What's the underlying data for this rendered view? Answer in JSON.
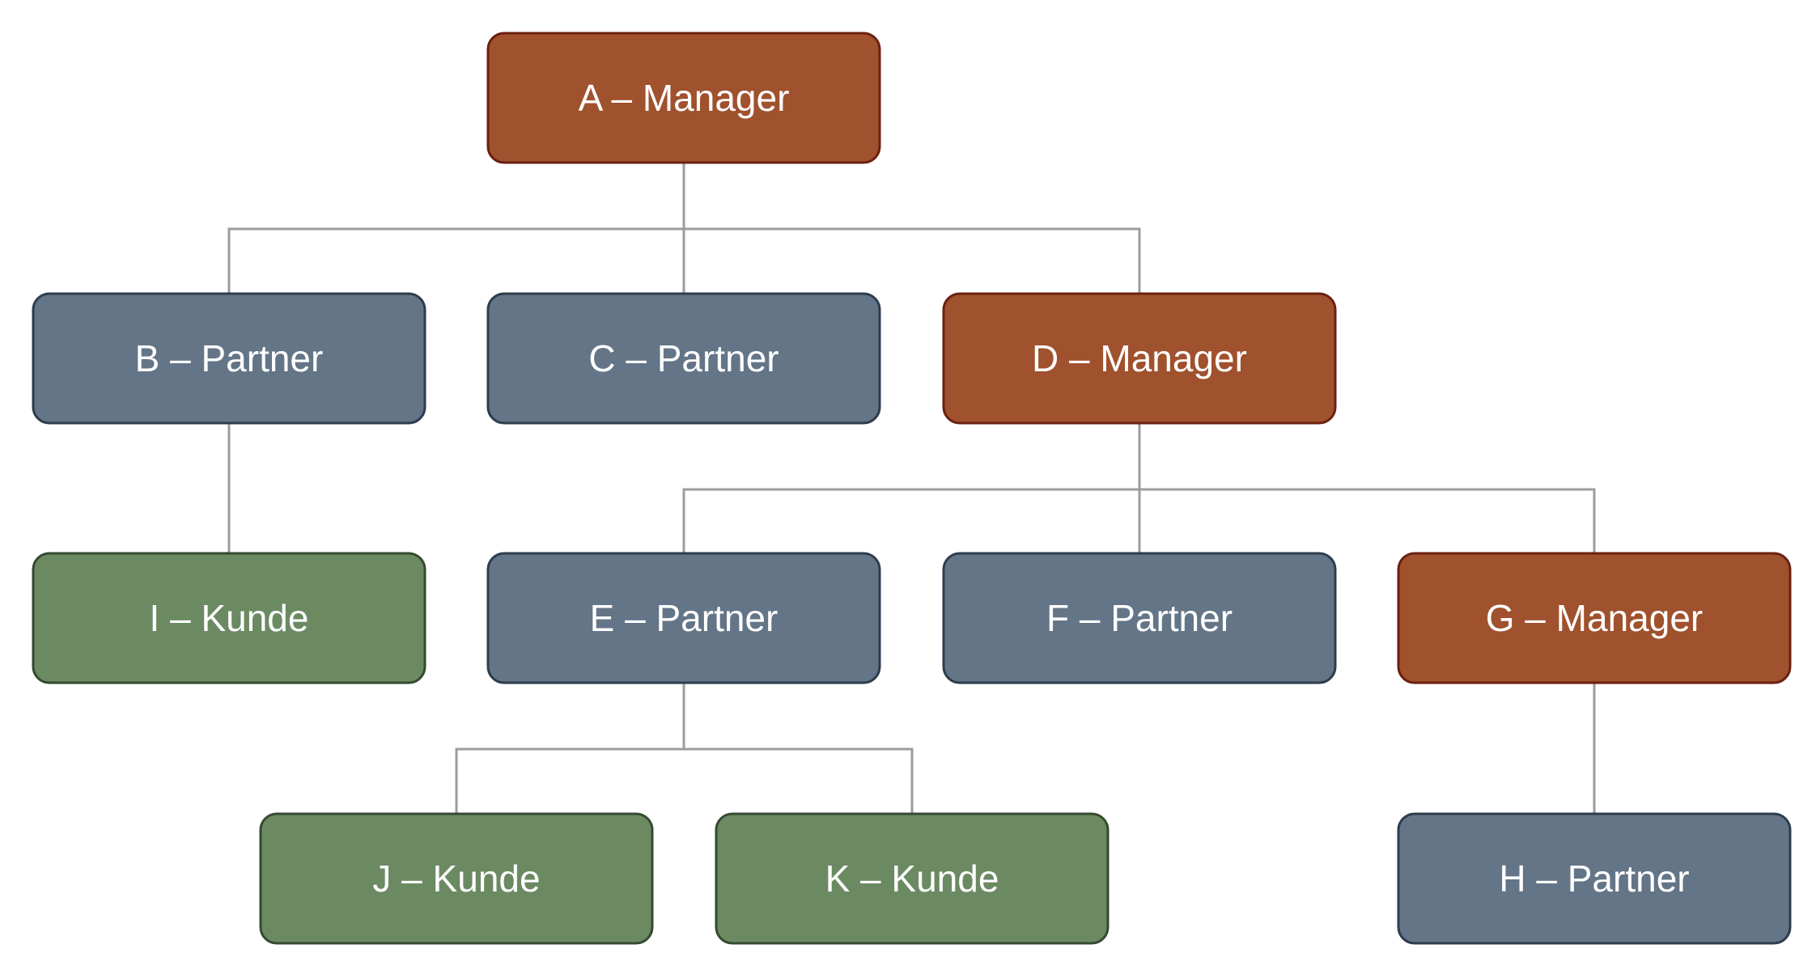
{
  "colors": {
    "manager": {
      "fill": "#a0512d",
      "stroke": "#6b2110"
    },
    "partner": {
      "fill": "#637587",
      "stroke": "#2e3d4d"
    },
    "kunde": {
      "fill": "#6b8a62",
      "stroke": "#354a30"
    },
    "connector": "#9c9c9c",
    "text": "#ffffff"
  },
  "nodes": [
    {
      "id": "a",
      "label": "A – Manager",
      "role": "manager"
    },
    {
      "id": "b",
      "label": "B – Partner",
      "role": "partner"
    },
    {
      "id": "c",
      "label": "C – Partner",
      "role": "partner"
    },
    {
      "id": "d",
      "label": "D – Manager",
      "role": "manager"
    },
    {
      "id": "i",
      "label": "I – Kunde",
      "role": "kunde"
    },
    {
      "id": "e",
      "label": "E – Partner",
      "role": "partner"
    },
    {
      "id": "f",
      "label": "F – Partner",
      "role": "partner"
    },
    {
      "id": "g",
      "label": "G – Manager",
      "role": "manager"
    },
    {
      "id": "j",
      "label": "J – Kunde",
      "role": "kunde"
    },
    {
      "id": "k",
      "label": "K – Kunde",
      "role": "kunde"
    },
    {
      "id": "h",
      "label": "H – Partner",
      "role": "partner"
    }
  ],
  "edges": [
    {
      "from": "a",
      "to": [
        "b",
        "c",
        "d"
      ]
    },
    {
      "from": "b",
      "to": [
        "i"
      ]
    },
    {
      "from": "d",
      "to": [
        "e",
        "f",
        "g"
      ]
    },
    {
      "from": "e",
      "to": [
        "j",
        "k"
      ]
    },
    {
      "from": "g",
      "to": [
        "h"
      ]
    }
  ]
}
